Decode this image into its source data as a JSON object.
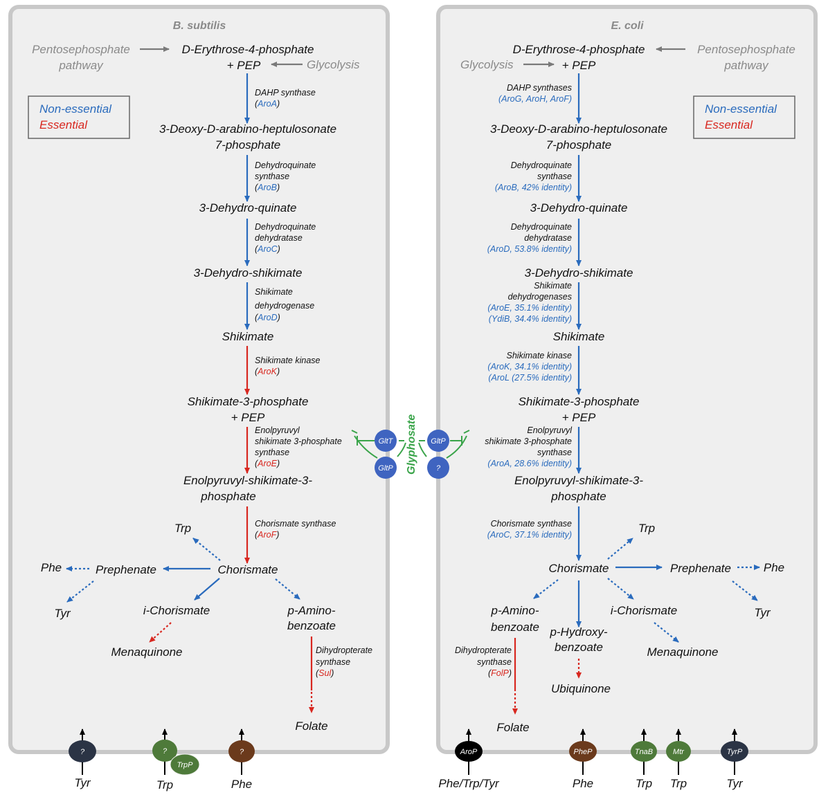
{
  "colors": {
    "panel": "#efefef",
    "panel_border": "#c8c8c8",
    "blue": "#2a6bbd",
    "red": "#d8271f",
    "green": "#3aa44a",
    "gray": "#8a8a8a"
  },
  "legend": {
    "non_essential": "Non-essential",
    "essential": "Essential"
  },
  "inhibitor": "Glyphosate",
  "bsub": {
    "title": "B. subtilis",
    "ppp": [
      "Pentosephosphate",
      "pathway"
    ],
    "glycolysis": "Glycolysis",
    "e4p": "D-Erythrose-4-phosphate",
    "pep": "+ PEP",
    "dahp": [
      "3-Deoxy-D-arabino-heptulosonate",
      "7-phosphate"
    ],
    "dhq": "3-Dehydro-quinate",
    "dhs": "3-Dehydro-shikimate",
    "shik": "Shikimate",
    "s3p": "Shikimate-3-phosphate",
    "s3p_pep": "+ PEP",
    "epsp": [
      "Enolpyruvyl-shikimate-3-",
      "phosphate"
    ],
    "chor": "Chorismate",
    "preph": "Prephenate",
    "phe": "Phe",
    "tyr": "Tyr",
    "trp": "Trp",
    "ichor": "i-Chorismate",
    "mena": "Menaquinone",
    "pab": [
      "p-Amino-",
      "benzoate"
    ],
    "folate": "Folate",
    "e1": {
      "name": "DAHP synthase",
      "gene": "AroA"
    },
    "e2": {
      "name": [
        "Dehydroquinate",
        "synthase"
      ],
      "gene": "AroB"
    },
    "e3": {
      "name": [
        "Dehydroquinate",
        "dehydratase"
      ],
      "gene": "AroC"
    },
    "e4": {
      "name": [
        "Shikimate",
        "dehydrogenase"
      ],
      "gene": "AroD"
    },
    "e5": {
      "name": "Shikimate kinase",
      "gene": "AroK"
    },
    "e6": {
      "name": [
        "Enolpyruvyl",
        "shikimate 3-phosphate",
        "synthase"
      ],
      "gene": "AroE"
    },
    "e7": {
      "name": "Chorismate synthase",
      "gene": "AroF"
    },
    "e8": {
      "name": [
        "Dihydropterate",
        "synthase"
      ],
      "gene": "Sul"
    },
    "transporters": [
      {
        "label": "?",
        "sub": "Tyr",
        "color": "#2b3445"
      },
      {
        "label": "?",
        "sub": "Trp",
        "color": "#4e7a3a",
        "extra": "TrpP"
      },
      {
        "label": "?",
        "sub": "Phe",
        "color": "#6b3a1c"
      }
    ],
    "glt": [
      "GltT",
      "GltP"
    ]
  },
  "ecoli": {
    "title": "E. coli",
    "ppp": [
      "Pentosephosphate",
      "pathway"
    ],
    "glycolysis": "Glycolysis",
    "e4p": "D-Erythrose-4-phosphate",
    "pep": "+ PEP",
    "dahp": [
      "3-Deoxy-D-arabino-heptulosonate",
      "7-phosphate"
    ],
    "dhq": "3-Dehydro-quinate",
    "dhs": "3-Dehydro-shikimate",
    "shik": "Shikimate",
    "s3p": "Shikimate-3-phosphate",
    "s3p_pep": "+ PEP",
    "epsp": [
      "Enolpyruvyl-shikimate-3-",
      "phosphate"
    ],
    "chor": "Chorismate",
    "preph": "Prephenate",
    "phe": "Phe",
    "tyr": "Tyr",
    "trp": "Trp",
    "ichor": "i-Chorismate",
    "mena": "Menaquinone",
    "pab": [
      "p-Amino-",
      "benzoate"
    ],
    "phb": [
      "p-Hydroxy-",
      "benzoate"
    ],
    "ubi": "Ubiquinone",
    "folate": "Folate",
    "e1": {
      "name": "DAHP synthases",
      "gene": "(AroG, AroH, AroF)"
    },
    "e2": {
      "name": [
        "Dehydroquinate",
        "synthase"
      ],
      "gene": "(AroB, 42% identity)"
    },
    "e3": {
      "name": [
        "Dehydroquinate",
        "dehydratase"
      ],
      "gene": "(AroD, 53.8% identity)"
    },
    "e4": {
      "name": [
        "Shikimate",
        "dehydrogenases"
      ],
      "gene": [
        "(AroE, 35.1% identity)",
        "(YdiB, 34.4% identity)"
      ]
    },
    "e5": {
      "name": "Shikimate kinase",
      "gene": [
        "(AroK, 34.1% identity)",
        "(AroL (27.5% identity)"
      ]
    },
    "e6": {
      "name": [
        "Enolpyruvyl",
        "shikimate 3-phosphate",
        "synthase"
      ],
      "gene": "(AroA, 28.6% identity)"
    },
    "e7": {
      "name": "Chorismate synthase",
      "gene": "(AroC, 37.1% identity)"
    },
    "e8": {
      "name": [
        "Dihydropterate",
        "synthase"
      ],
      "gene": "FolP"
    },
    "transporters": [
      {
        "label": "AroP",
        "sub": "Phe/Trp/Tyr",
        "color": "#000000"
      },
      {
        "label": "PheP",
        "sub": "Phe",
        "color": "#6b3a1c"
      },
      {
        "label": "TnaB",
        "sub": "Trp",
        "color": "#4e7a3a"
      },
      {
        "label": "Mtr",
        "sub": "Trp",
        "color": "#4e7a3a"
      },
      {
        "label": "TyrP",
        "sub": "Tyr",
        "color": "#2b3445"
      }
    ],
    "glt": [
      "GltP",
      "?"
    ]
  }
}
